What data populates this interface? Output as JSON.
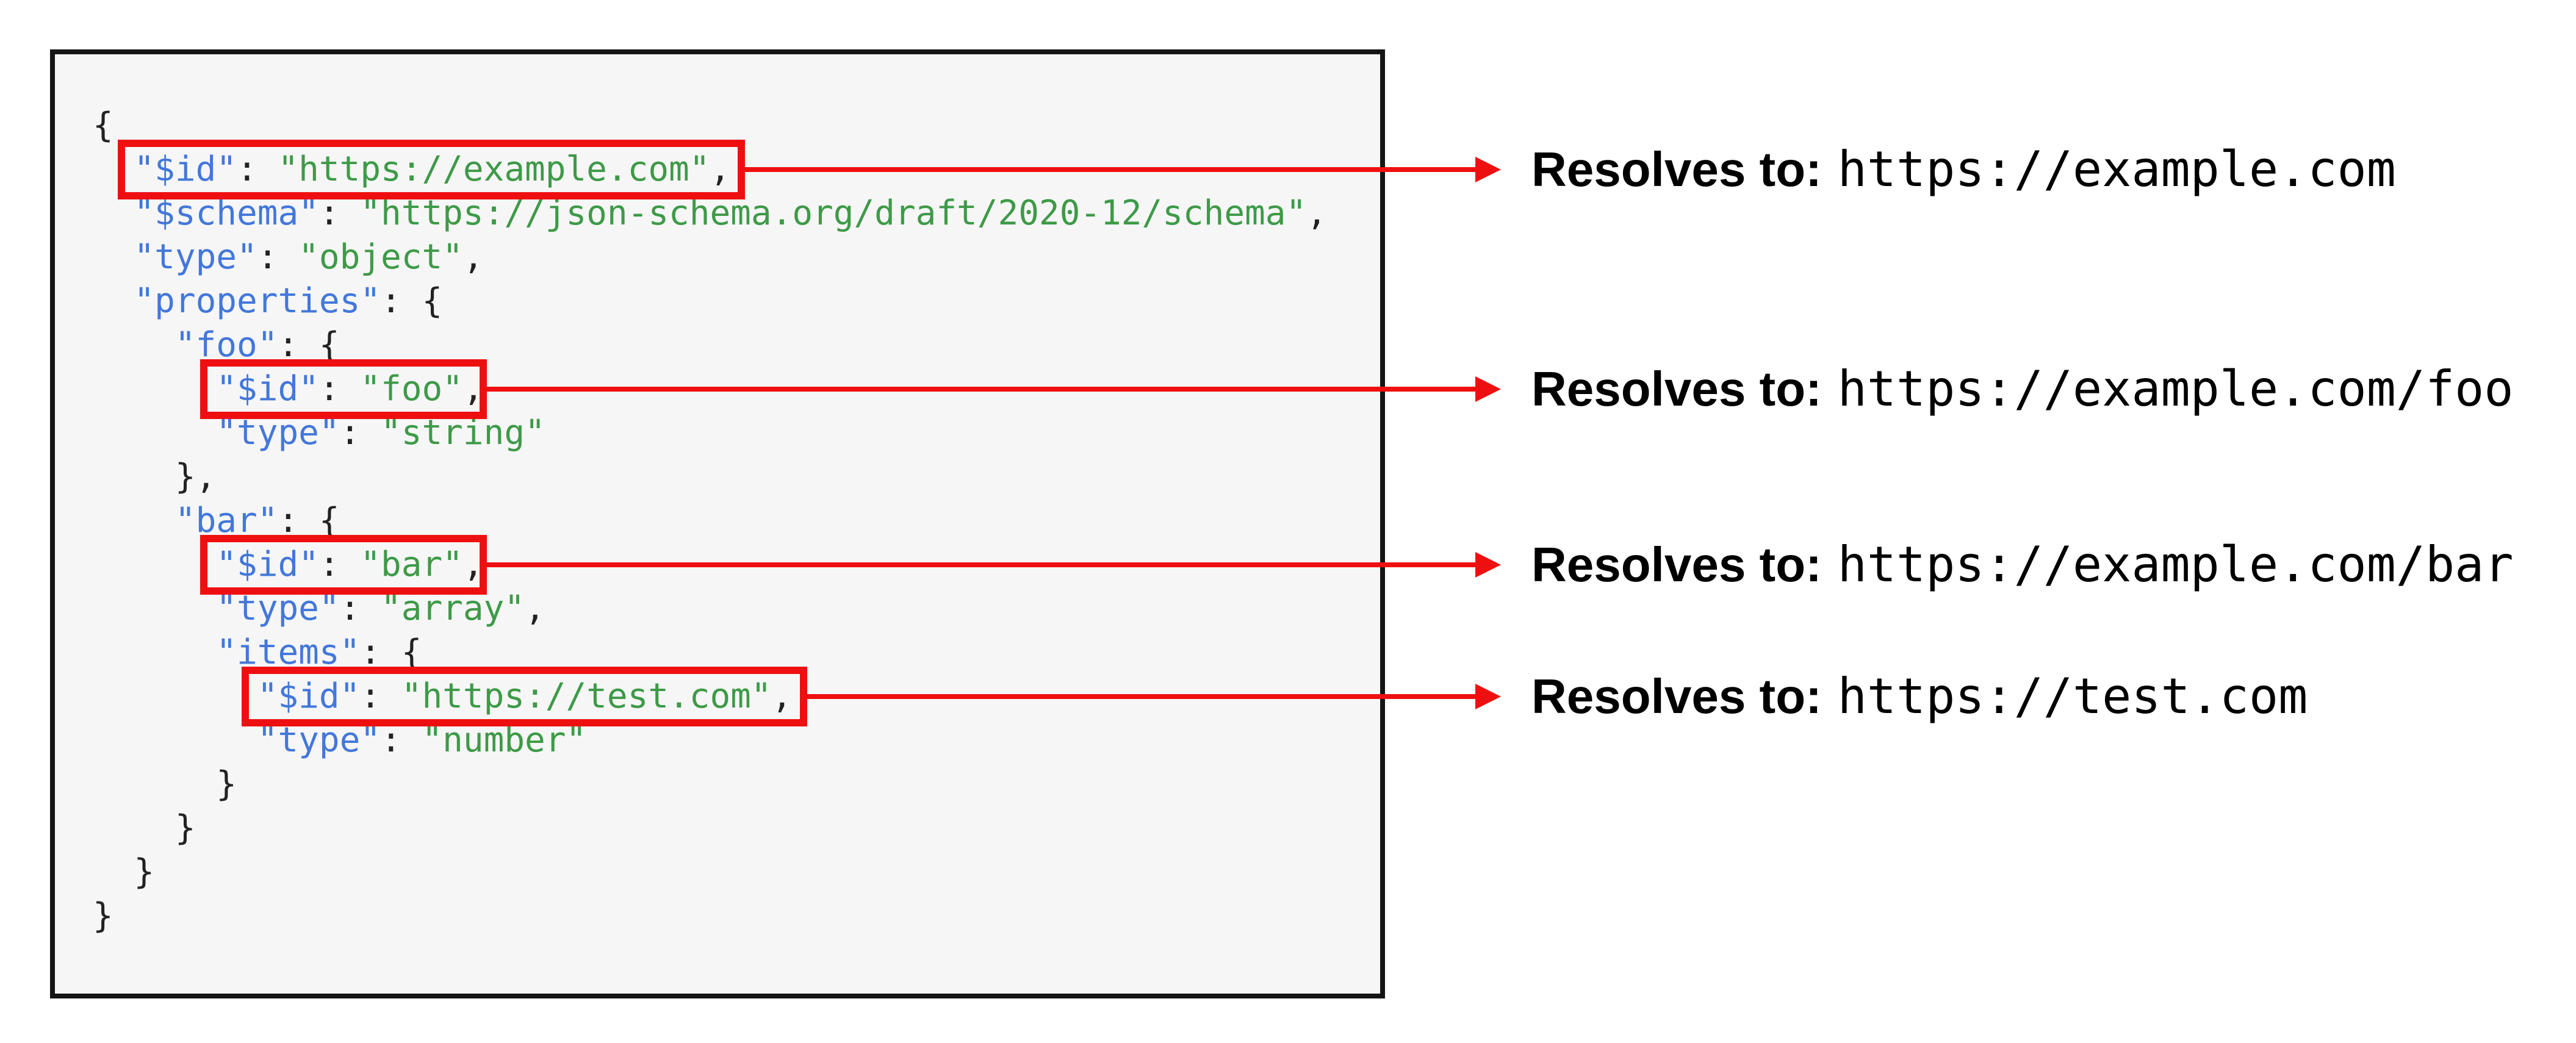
{
  "code": {
    "lines": [
      [
        {
          "c": "p",
          "t": "{"
        }
      ],
      [
        {
          "c": "p",
          "t": "  "
        },
        {
          "c": "k",
          "t": "\"$id\""
        },
        {
          "c": "p",
          "t": ": "
        },
        {
          "c": "v",
          "t": "\"https://example.com\""
        },
        {
          "c": "p",
          "t": ","
        }
      ],
      [
        {
          "c": "p",
          "t": "  "
        },
        {
          "c": "k",
          "t": "\"$schema\""
        },
        {
          "c": "p",
          "t": ": "
        },
        {
          "c": "v",
          "t": "\"https://json-schema.org/draft/2020-12/schema\""
        },
        {
          "c": "p",
          "t": ","
        }
      ],
      [
        {
          "c": "p",
          "t": "  "
        },
        {
          "c": "k",
          "t": "\"type\""
        },
        {
          "c": "p",
          "t": ": "
        },
        {
          "c": "v",
          "t": "\"object\""
        },
        {
          "c": "p",
          "t": ","
        }
      ],
      [
        {
          "c": "p",
          "t": "  "
        },
        {
          "c": "k",
          "t": "\"properties\""
        },
        {
          "c": "p",
          "t": ": {"
        }
      ],
      [
        {
          "c": "p",
          "t": "    "
        },
        {
          "c": "k",
          "t": "\"foo\""
        },
        {
          "c": "p",
          "t": ": {"
        }
      ],
      [
        {
          "c": "p",
          "t": "      "
        },
        {
          "c": "k",
          "t": "\"$id\""
        },
        {
          "c": "p",
          "t": ": "
        },
        {
          "c": "v",
          "t": "\"foo\""
        },
        {
          "c": "p",
          "t": ","
        }
      ],
      [
        {
          "c": "p",
          "t": "      "
        },
        {
          "c": "k",
          "t": "\"type\""
        },
        {
          "c": "p",
          "t": ": "
        },
        {
          "c": "v",
          "t": "\"string\""
        }
      ],
      [
        {
          "c": "p",
          "t": "    },"
        }
      ],
      [
        {
          "c": "p",
          "t": "    "
        },
        {
          "c": "k",
          "t": "\"bar\""
        },
        {
          "c": "p",
          "t": ": {"
        }
      ],
      [
        {
          "c": "p",
          "t": "      "
        },
        {
          "c": "k",
          "t": "\"$id\""
        },
        {
          "c": "p",
          "t": ": "
        },
        {
          "c": "v",
          "t": "\"bar\""
        },
        {
          "c": "p",
          "t": ","
        }
      ],
      [
        {
          "c": "p",
          "t": "      "
        },
        {
          "c": "k",
          "t": "\"type\""
        },
        {
          "c": "p",
          "t": ": "
        },
        {
          "c": "v",
          "t": "\"array\""
        },
        {
          "c": "p",
          "t": ","
        }
      ],
      [
        {
          "c": "p",
          "t": "      "
        },
        {
          "c": "k",
          "t": "\"items\""
        },
        {
          "c": "p",
          "t": ": {"
        }
      ],
      [
        {
          "c": "p",
          "t": "        "
        },
        {
          "c": "k",
          "t": "\"$id\""
        },
        {
          "c": "p",
          "t": ": "
        },
        {
          "c": "v",
          "t": "\"https://test.com\""
        },
        {
          "c": "p",
          "t": ","
        }
      ],
      [
        {
          "c": "p",
          "t": "        "
        },
        {
          "c": "k",
          "t": "\"type\""
        },
        {
          "c": "p",
          "t": ": "
        },
        {
          "c": "v",
          "t": "\"number\""
        }
      ],
      [
        {
          "c": "p",
          "t": "      }"
        }
      ],
      [
        {
          "c": "p",
          "t": "    }"
        }
      ],
      [
        {
          "c": "p",
          "t": "  }"
        }
      ],
      [
        {
          "c": "p",
          "t": "}"
        }
      ]
    ],
    "highlighted_snippets": [
      "\"$id\": \"https://example.com\",",
      "\"$id\": \"foo\",",
      "\"$id\": \"bar\",",
      "\"$id\": \"https://test.com\","
    ]
  },
  "annotations": [
    {
      "label": "Resolves to:",
      "url": "https://example.com"
    },
    {
      "label": "Resolves to:",
      "url": "https://example.com/foo"
    },
    {
      "label": "Resolves to:",
      "url": "https://example.com/bar"
    },
    {
      "label": "Resolves to:",
      "url": "https://test.com"
    }
  ],
  "colors": {
    "key": "#4377DA",
    "value": "#3E9A47",
    "punct": "#222222",
    "highlight": "#EE1010",
    "panel_bg": "#F6F6F7",
    "panel_border": "#151515",
    "label_color": "#000000",
    "page_bg": "#FFFFFF"
  }
}
